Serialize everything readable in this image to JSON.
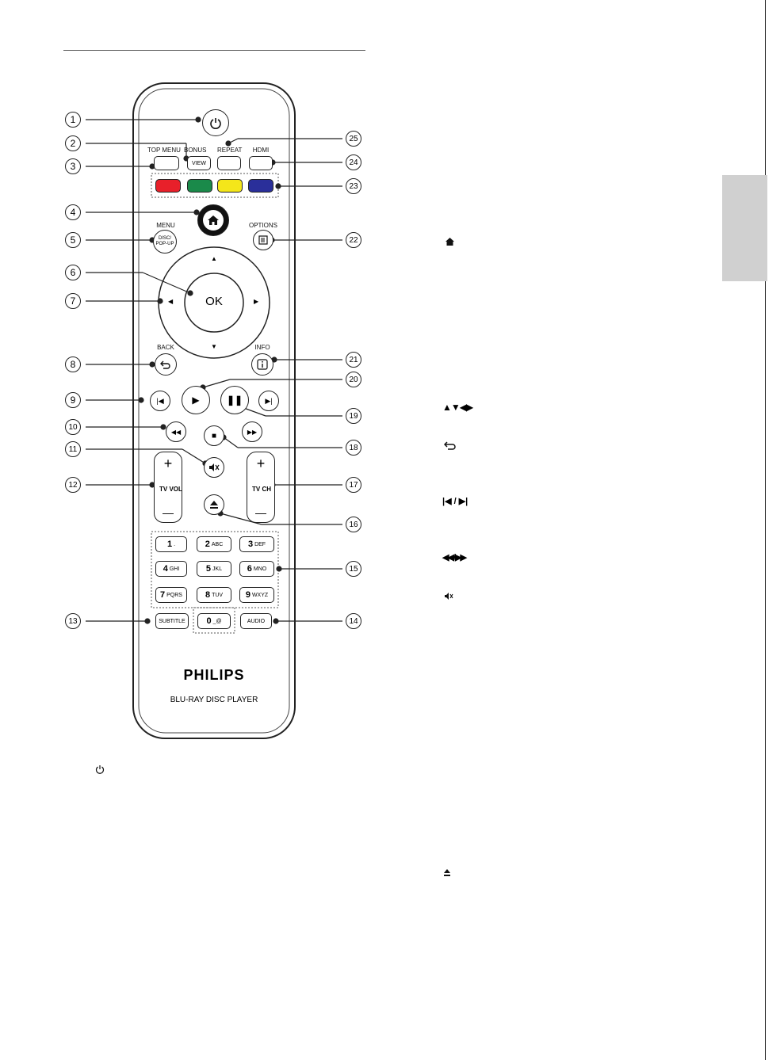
{
  "page": {
    "tab_color": "#d0d0d0"
  },
  "remote": {
    "brand": "PHILIPS",
    "model": "BLU-RAY DISC PLAYER",
    "buttons": {
      "top_menu": "TOP MENU",
      "bonus": "BONUS",
      "view": "VIEW",
      "repeat": "REPEAT",
      "hdmi": "HDMI",
      "menu": "MENU",
      "disc_popup": "DISC/ POP-UP",
      "options": "OPTIONS",
      "ok": "OK",
      "back": "BACK",
      "info": "INFO",
      "tv_vol": "TV VOL",
      "tv_ch": "TV CH",
      "subtitle": "SUBTITLE",
      "audio": "AUDIO",
      "plus": "+",
      "minus": "—"
    },
    "color_keys": [
      "#e8202a",
      "#1a8a4a",
      "#f4e61a",
      "#2a2f9a"
    ],
    "numpad": [
      {
        "num": "1",
        "letters": "."
      },
      {
        "num": "2",
        "letters": "ABC"
      },
      {
        "num": "3",
        "letters": "DEF"
      },
      {
        "num": "4",
        "letters": "GHI"
      },
      {
        "num": "5",
        "letters": "JKL"
      },
      {
        "num": "6",
        "letters": "MNO"
      },
      {
        "num": "7",
        "letters": "PQRS"
      },
      {
        "num": "8",
        "letters": "TUV"
      },
      {
        "num": "9",
        "letters": "WXYZ"
      },
      {
        "num": "0",
        "letters": "_@"
      }
    ]
  },
  "callouts": [
    "1",
    "2",
    "3",
    "4",
    "5",
    "6",
    "7",
    "8",
    "9",
    "10",
    "11",
    "12",
    "13",
    "14",
    "15",
    "16",
    "17",
    "18",
    "19",
    "20",
    "21",
    "22",
    "23",
    "24",
    "25"
  ],
  "side_icons": {
    "home": "home-icon",
    "nav": "▲▼◀▶",
    "back": "back-arrow-icon",
    "prev_next": "|◀ / ▶|",
    "rew_ff": "◀◀ / ▶▶",
    "mute": "mute-icon",
    "eject": "eject-icon",
    "power": "power-icon"
  }
}
